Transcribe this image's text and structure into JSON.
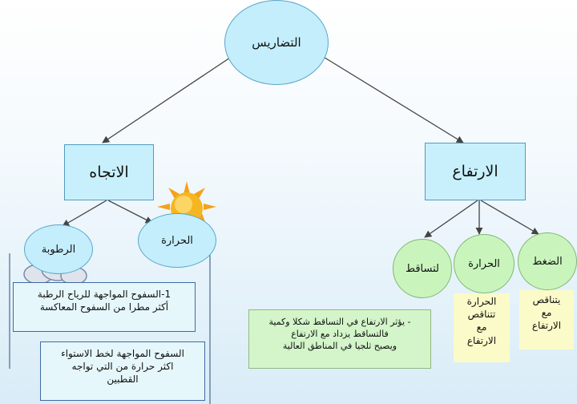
{
  "colors": {
    "circle_fill": "#c4eefc",
    "box_fill": "#c8f0fc",
    "green_fill": "#c9f5bd",
    "yellow_fill": "#fafbc8",
    "note_fill": "#e6f7fb",
    "line": "#444444"
  },
  "root": {
    "label": "التضاريس"
  },
  "branches": {
    "altitude": {
      "label": "الارتفاع"
    },
    "orientation": {
      "label": "الاتجاه"
    }
  },
  "altitude_factors": {
    "pressure": {
      "label": "الضغط",
      "note": [
        "يتناقص",
        "مع",
        "الارتفاع"
      ]
    },
    "temperature": {
      "label": "الحرارة",
      "note": [
        "الحرارة",
        "تتناقص",
        "مع",
        "الارتفاع"
      ]
    },
    "precipitation": {
      "label": "لتساقط"
    }
  },
  "altitude_note": [
    "- يؤثر الارتفاع في التساقط شكلا وكمية",
    "فالتساقط يزداد مع الارتفاع",
    "ويصبح ثلجيا في المناطق العالية"
  ],
  "orientation_factors": {
    "temperature": {
      "label": "الحرارة",
      "note": [
        "السفوح المواجهة لخط الاستواء",
        "اكثر حرارة من التي تواجه",
        "القطبين"
      ]
    },
    "humidity": {
      "label": "الرطوبة",
      "note": [
        "1-السفوح المواجهة للرياح الرطبة",
        "أكثر مطرا من السفوح المعاكسة"
      ]
    }
  },
  "icons": {
    "sun": "sun-icon",
    "cloud": "cloud-icon"
  }
}
